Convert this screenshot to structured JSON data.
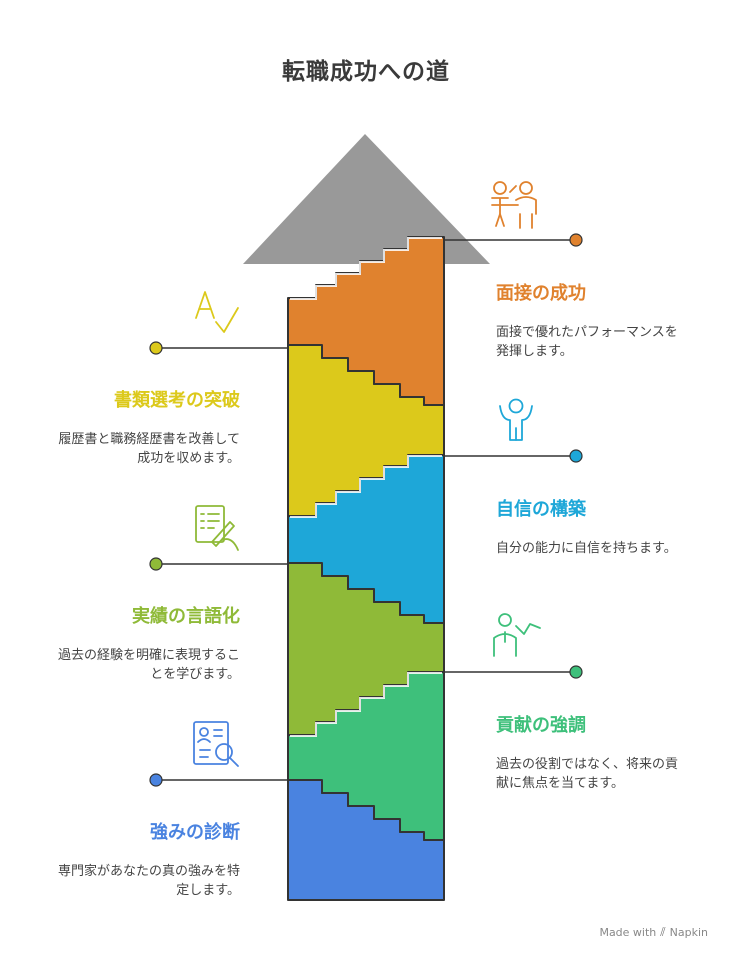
{
  "title": "転職成功への道",
  "steps": [
    {
      "id": "strengths",
      "heading": "強みの診断",
      "description": "専門家があなたの真の強みを特定します。",
      "color": "#4a83e0",
      "side": "left",
      "icon": "candidate-search-icon"
    },
    {
      "id": "contribution",
      "heading": "貢献の強調",
      "description": "過去の役割ではなく、将来の貢献に焦点を当てます。",
      "color": "#3ec07b",
      "side": "right",
      "icon": "presenter-icon"
    },
    {
      "id": "verbalize",
      "heading": "実績の言語化",
      "description": "過去の経験を明確に表現することを学びます。",
      "color": "#8fba38",
      "side": "left",
      "icon": "writing-document-icon"
    },
    {
      "id": "confidence",
      "heading": "自信の構築",
      "description": "自分の能力に自信を持ちます。",
      "color": "#1ea7d8",
      "side": "right",
      "icon": "cheering-person-icon"
    },
    {
      "id": "documents",
      "heading": "書類選考の突破",
      "description": "履歴書と職務経歴書を改善して成功を収めます。",
      "color": "#dcc91b",
      "side": "left",
      "icon": "grade-check-icon"
    },
    {
      "id": "interview",
      "heading": "面接の成功",
      "description": "面接で優れたパフォーマンスを発揮します。",
      "color": "#e0822e",
      "side": "right",
      "icon": "interview-icon"
    }
  ],
  "arrowhead_color": "#999999",
  "brand": {
    "label": "Made with",
    "name": "Napkin"
  }
}
